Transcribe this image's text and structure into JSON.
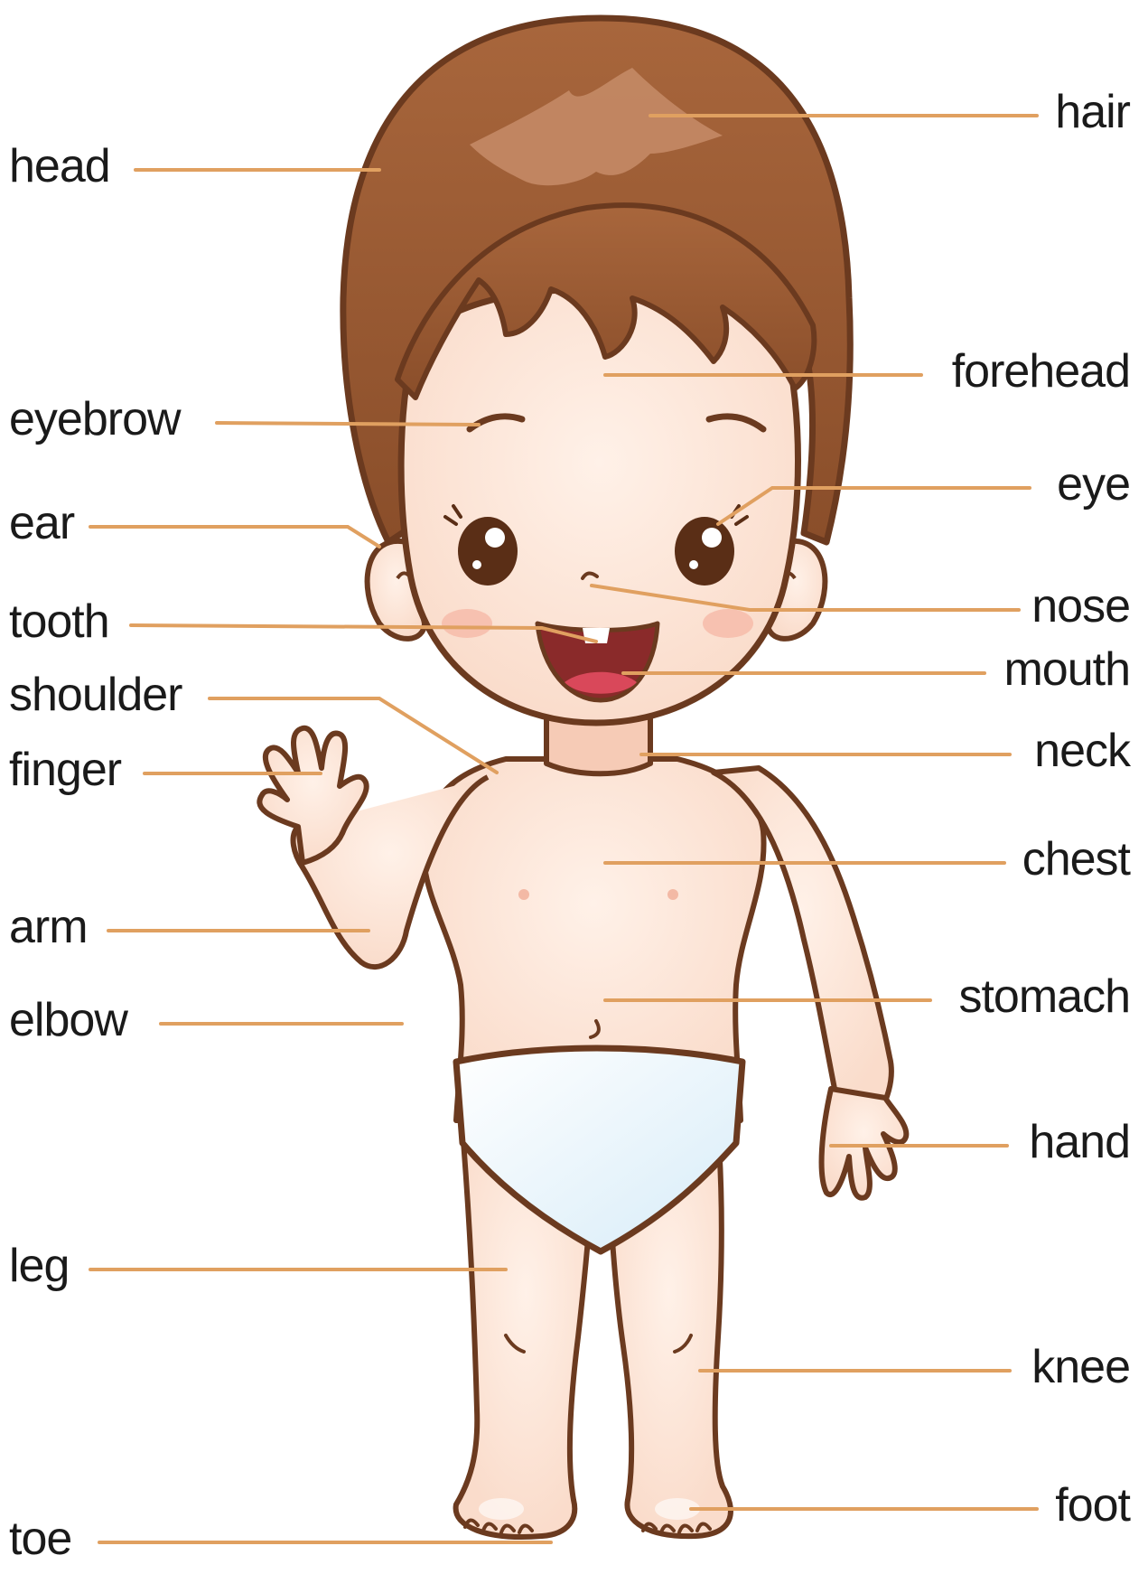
{
  "labels": {
    "head": "head",
    "eyebrow": "eyebrow",
    "ear": "ear",
    "tooth": "tooth",
    "shoulder": "shoulder",
    "finger": "finger",
    "arm": "arm",
    "elbow": "elbow",
    "leg": "leg",
    "toe": "toe",
    "hair": "hair",
    "forehead": "forehead",
    "eye": "eye",
    "nose": "nose",
    "mouth": "mouth",
    "neck": "neck",
    "chest": "chest",
    "stomach": "stomach",
    "hand": "hand",
    "knee": "knee",
    "foot": "foot"
  },
  "colors": {
    "leader_line": "#e0a060",
    "outline": "#6b3a1f",
    "hair": "#9b5a32",
    "hair_highlight": "#c48a66",
    "skin": "#fde5d6",
    "skin_shade": "#f6cbb6",
    "diaper": "#e6f3fb",
    "cheek": "#f6b9a8",
    "mouth": "#8a2a2a",
    "tongue": "#d9485a",
    "text": "#1a1a1a"
  }
}
